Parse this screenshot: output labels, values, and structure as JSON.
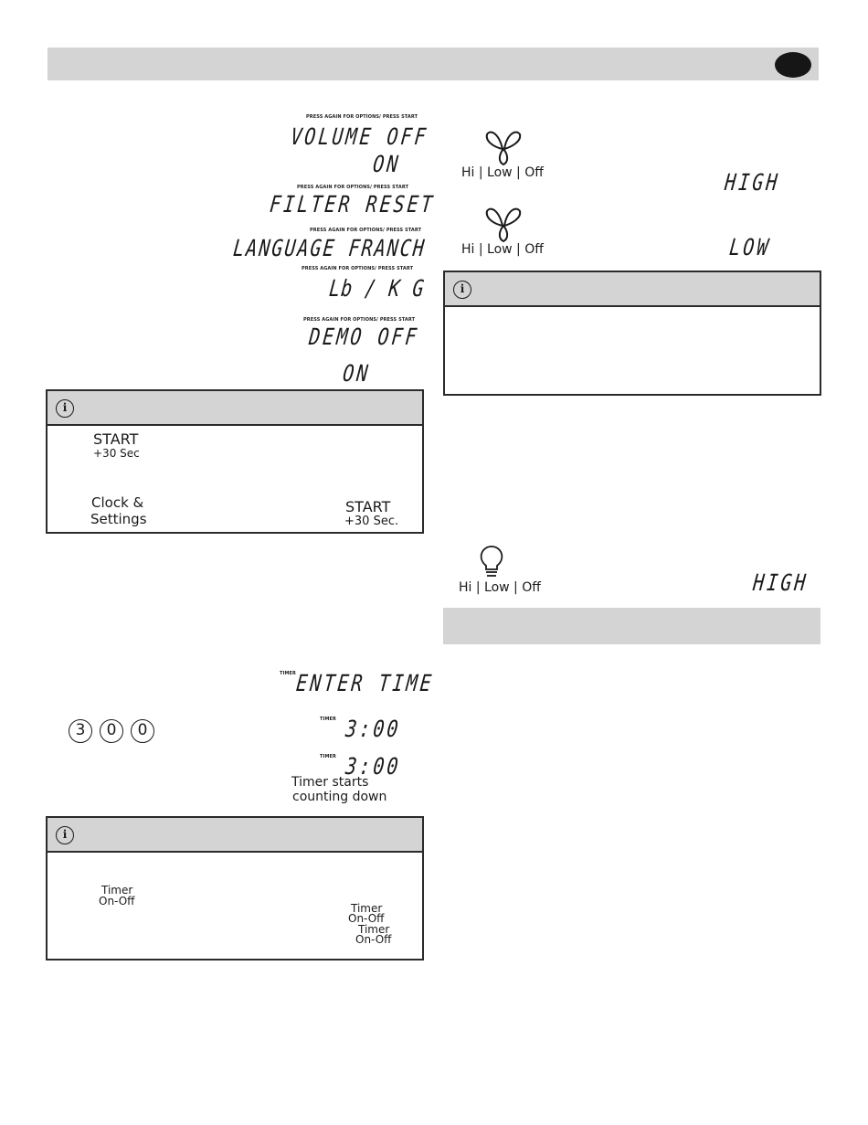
{
  "options": {
    "volume": {
      "hint": "PRESS AGAIN FOR OPTIONS/  PRESS START",
      "display": "VOLUME OFF",
      "alt": "ON"
    },
    "filter": {
      "hint": "PRESS AGAIN FOR OPTIONS/  PRESS START",
      "display": "FILTER RESET"
    },
    "language": {
      "hint": "PRESS AGAIN FOR OPTIONS/  PRESS START",
      "display": "LANGUAGE FRANCH"
    },
    "weight": {
      "hint": "PRESS AGAIN FOR OPTIONS/  PRESS START",
      "display": "Lb / K G"
    },
    "demo": {
      "hint": "PRESS AGAIN FOR OPTIONS/  PRESS START",
      "display": "DEMO OFF",
      "alt": "ON"
    }
  },
  "note1": {
    "start_label": "START",
    "start_sub": "+30 Sec",
    "clock_line1": "Clock &",
    "clock_line2": "Settings",
    "start2_label": "START",
    "start2_sub": "+30 Sec."
  },
  "timer": {
    "tag": "TIMER",
    "enter_time": "ENTER TIME",
    "digits": [
      "3",
      "0",
      "0"
    ],
    "time1": "3:00",
    "time2": "3:00",
    "starts_line1": "Timer starts",
    "starts_line2": "counting down"
  },
  "note2": {
    "btn1_line1": "Timer",
    "btn1_line2": "On-Off",
    "btn2_line1": "Timer",
    "btn2_line2": "On-Off",
    "btn3_line1": "Timer",
    "btn3_line2": "On-Off"
  },
  "fan": {
    "label": "Hi | Low | Off",
    "high": "HIGH",
    "low": "LOW"
  },
  "light": {
    "label": "Hi | Low | Off",
    "high": "HIGH"
  },
  "icons": [
    "info-icon",
    "fan-icon",
    "light-bulb-icon"
  ]
}
